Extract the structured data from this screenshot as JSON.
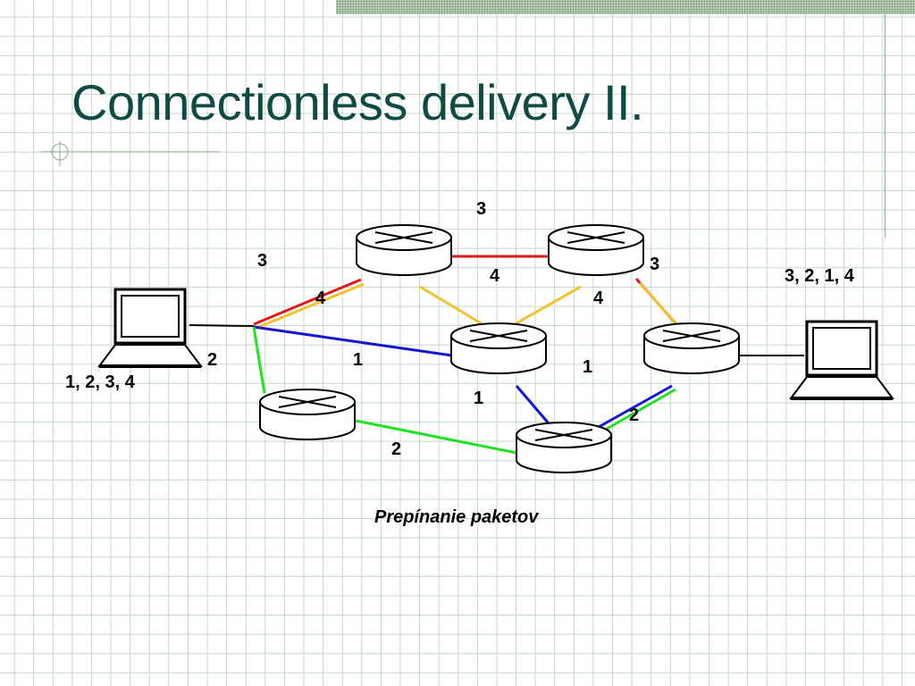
{
  "title": "Connectionless delivery II.",
  "caption": "Prepínanie paketov",
  "source_sequence": "1, 2, 3, 4",
  "dest_sequence": "3, 2, 1, 4",
  "packet_labels": [
    {
      "id": "lbl-3a",
      "text": "3"
    },
    {
      "id": "lbl-4a",
      "text": "4"
    },
    {
      "id": "lbl-3b",
      "text": "3"
    },
    {
      "id": "lbl-4b",
      "text": "4"
    },
    {
      "id": "lbl-3c",
      "text": "3"
    },
    {
      "id": "lbl-4c",
      "text": "4"
    },
    {
      "id": "lbl-2a",
      "text": "2"
    },
    {
      "id": "lbl-1a",
      "text": "1"
    },
    {
      "id": "lbl-1b",
      "text": "1"
    },
    {
      "id": "lbl-1c",
      "text": "1"
    },
    {
      "id": "lbl-2b",
      "text": "2"
    },
    {
      "id": "lbl-2c",
      "text": "2"
    }
  ],
  "colors": {
    "title": "#0f4a44",
    "packet1": "#1414d2",
    "packet2": "#22e022",
    "packet3": "#e01a1a",
    "packet4": "#f2c12e",
    "grid": "#c5d7c5"
  },
  "icons": [
    "router-icon",
    "laptop-icon"
  ]
}
